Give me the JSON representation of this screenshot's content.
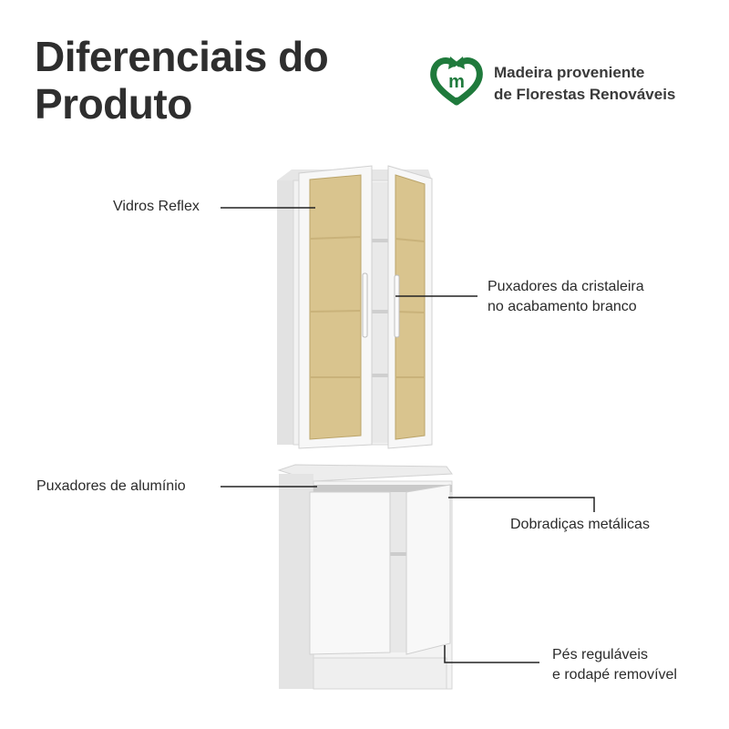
{
  "heading": {
    "line1": "Diferenciais do",
    "line2": "Produto"
  },
  "badge": {
    "line1": "Madeira proveniente",
    "line2": "de Florestas Renováveis",
    "icon": "recycle-heart-icon",
    "icon_letter": "m",
    "color": "#1f7a3c"
  },
  "callouts": {
    "vidros": "Vidros Reflex",
    "puxadores_cristaleira_1": "Puxadores da cristaleira",
    "puxadores_cristaleira_2": "no acabamento branco",
    "puxadores_aluminio": "Puxadores de alumínio",
    "dobradicas": "Dobradiças metálicas",
    "pes_1": "Pés reguláveis",
    "pes_2": "e rodapé removível"
  },
  "colors": {
    "glass": "#d9c48e",
    "cabinet": "#f4f4f4",
    "line": "#222222"
  }
}
